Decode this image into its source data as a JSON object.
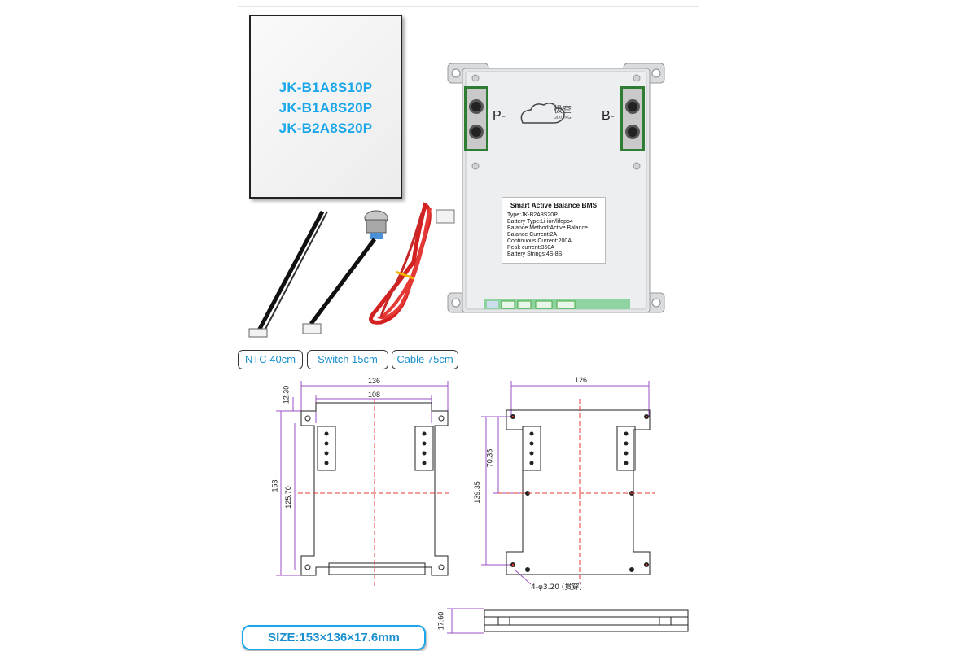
{
  "models": [
    "JK-B1A8S10P",
    "JK-B1A8S20P",
    "JK-B2A8S20P"
  ],
  "board": {
    "terminal_left": "P-",
    "terminal_right": "B-",
    "brand_cn": "极空",
    "brand_en": "JIXONG",
    "label_title": "Smart Active Balance BMS",
    "specs": [
      "Type:JK-B2A8S20P",
      "Battery Type:Li-ion/lifepo4",
      "Balance Method:Active Balance",
      "Balance Current:2A",
      "Continuous Current:200A",
      "Peak current:350A",
      "Battery Strings:4S-8S"
    ]
  },
  "accessories": [
    "NTC 40cm",
    "Switch 15cm",
    "Cable 75cm"
  ],
  "dimensions": {
    "front": {
      "width_total": "136",
      "width_inner": "108",
      "tab": "12.30",
      "height_total": "153",
      "height_inner": "125.70"
    },
    "back": {
      "width": "126",
      "height_upper": "70.35",
      "height_total": "139.35",
      "hole_note": "4-φ3.20 (贯穿)"
    },
    "side": {
      "thickness": "17.60"
    }
  },
  "size_label": "SIZE:153×136×17.6mm",
  "colors": {
    "accent": "#1aa6ea",
    "dimension_line": "#9b4fc4",
    "center_line": "#e53935"
  }
}
